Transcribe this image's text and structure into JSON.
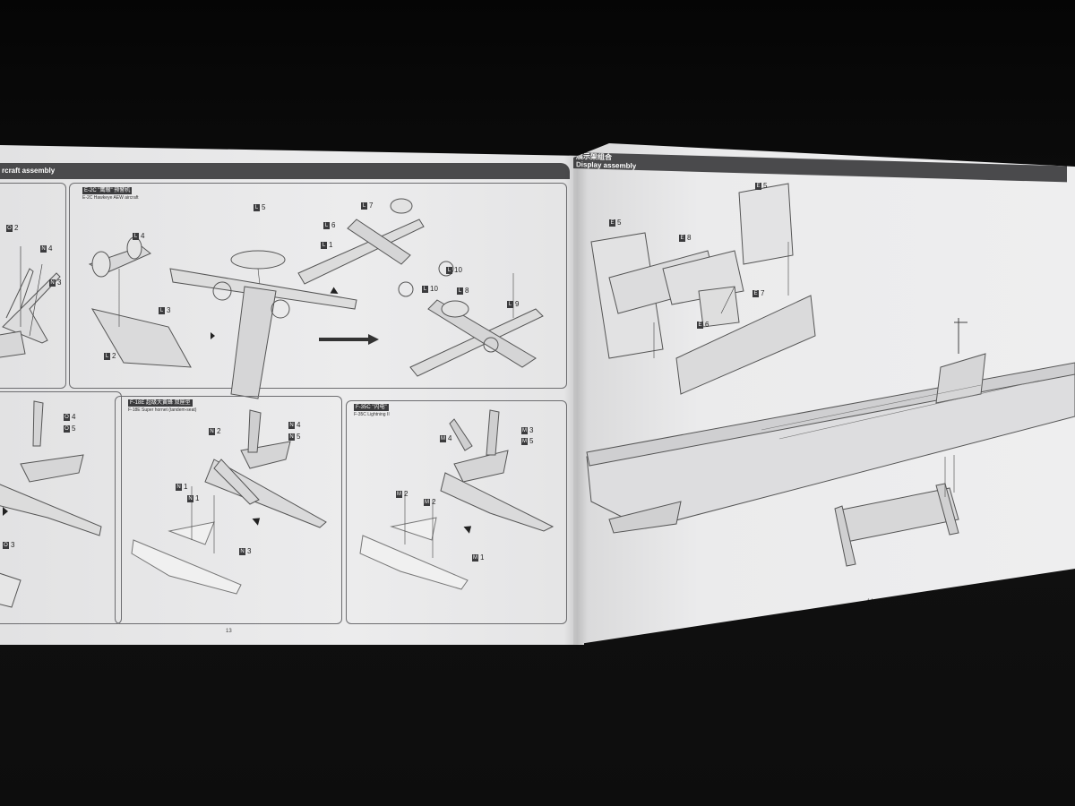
{
  "left_page": {
    "header_title": "rcraft assembly",
    "page_number": "13",
    "panels": {
      "e2c": {
        "tag": "E-2C \"鹰眼\" 预警机",
        "subtitle": "E-2C Hawkeye AEW aircraft",
        "parts": [
          "5",
          "4",
          "7",
          "6",
          "1",
          "3",
          "2",
          "10",
          "10",
          "8",
          "9"
        ]
      },
      "f18": {
        "tag": "F-18E 超级大黄蜂 双座型",
        "subtitle": "F-18E Super hornet (tandem-seat)",
        "parts": [
          "2",
          "4",
          "5",
          "1",
          "1",
          "3"
        ]
      },
      "f35": {
        "tag": "F-35C \"闪电\"",
        "subtitle": "F-35C Lightning II",
        "parts": [
          "4",
          "3",
          "5",
          "2",
          "2",
          "1"
        ]
      },
      "partial_top": {
        "parts": [
          "2",
          "4",
          "3"
        ]
      },
      "partial_bottom": {
        "parts": [
          "4",
          "5",
          "3"
        ]
      }
    }
  },
  "right_page": {
    "header_title": "展示架组合",
    "header_subtitle": "Display assembly",
    "page_number": "14",
    "parts": [
      "5",
      "5",
      "8",
      "7",
      "6"
    ]
  },
  "part_letters": {
    "L": "L",
    "N": "N",
    "M": "M",
    "O": "O",
    "E": "E"
  }
}
